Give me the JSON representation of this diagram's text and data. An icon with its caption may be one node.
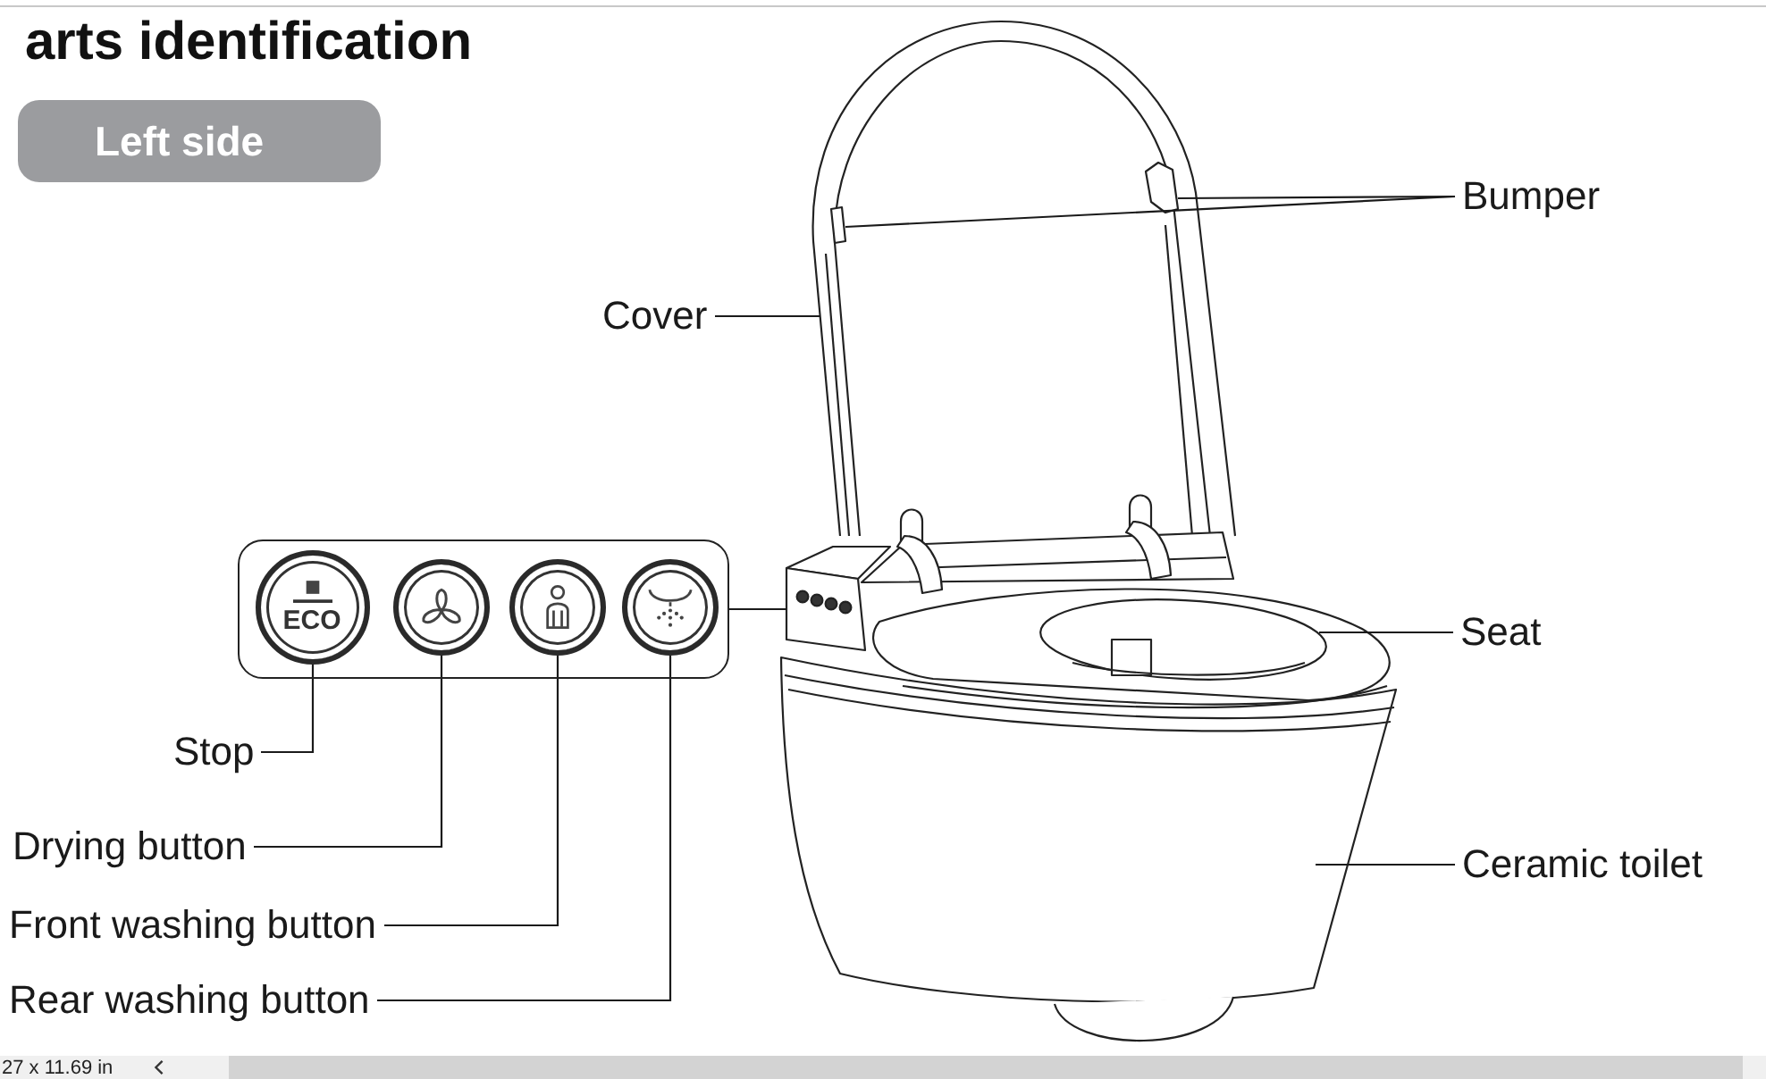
{
  "diagram": {
    "title": "arts identification",
    "nodes": [
      {
        "text": [
          "Left side"
        ]
      },
      {
        "text": [],
        "shape": "picture"
      },
      {
        "text": [],
        "shape": "box",
        "in": 1
      },
      {
        "text": [],
        "shape": "box",
        "in": 1
      },
      {
        "text": [
          "Bumper"
        ]
      },
      {
        "text": [
          "Cover"
        ]
      },
      {
        "text": [],
        "shape": "box"
      },
      {
        "text": [
          "ECO"
        ],
        "in": 6
      },
      {
        "text": [],
        "shape": "circle",
        "in": 6
      },
      {
        "text": [],
        "shape": "circle",
        "in": 6
      },
      {
        "text": [],
        "shape": "circle",
        "in": 6
      },
      {
        "text": [],
        "shape": "picture"
      },
      {
        "text": [],
        "shape": "picture"
      },
      {
        "text": [
          "Seat"
        ]
      },
      {
        "text": [
          "Stop"
        ]
      },
      {
        "text": [
          "Drying button"
        ]
      },
      {
        "text": [
          "Front washing button"
        ]
      },
      {
        "text": [],
        "shape": "picture"
      },
      {
        "text": [
          "Ceramic toilet"
        ]
      },
      {
        "text": [
          "Rear washing button"
        ]
      }
    ],
    "edges": [
      {
        "from": 4,
        "to": 3,
        "arrow": "none"
      },
      {
        "from": 4,
        "to": 2,
        "arrow": "none"
      },
      {
        "from": 5,
        "to": 1,
        "arrow": "none"
      },
      {
        "from": 6,
        "to": 11,
        "arrow": "none"
      },
      {
        "from": 13,
        "to": 12,
        "arrow": "none"
      },
      {
        "from": 14,
        "to": 7,
        "arrow": "none"
      },
      {
        "from": 15,
        "to": 8,
        "arrow": "none"
      },
      {
        "from": 16,
        "to": 9,
        "arrow": "none"
      },
      {
        "from": 18,
        "to": 17,
        "arrow": "none"
      },
      {
        "from": 19,
        "to": 10,
        "arrow": "none"
      }
    ],
    "labels": [
      "27 x 11.69 in"
    ]
  }
}
